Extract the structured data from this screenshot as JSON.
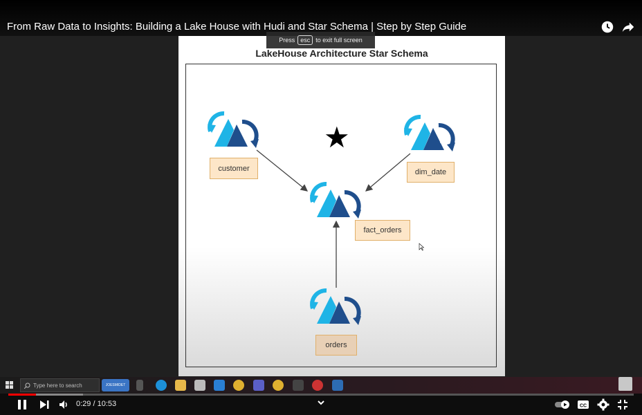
{
  "video": {
    "title": "From Raw Data to Insights: Building a Lake House with Hudi and Star Schema | Step by Step Guide"
  },
  "fullscreen_hint": {
    "prefix": "Press",
    "key": "esc",
    "suffix": "to exit full screen"
  },
  "slide": {
    "title": "LakeHouse Architecture Star Schema",
    "nodes": {
      "customer": "customer",
      "dim_date": "dim_date",
      "fact_orders": "fact_orders",
      "orders": "orders"
    },
    "colors": {
      "light_blue": "#1fb4e6",
      "dark_blue": "#1f4e8c",
      "label_fill": "#fde6c8",
      "label_border": "#e0b06a"
    }
  },
  "taskbar": {
    "search_placeholder": "Type here to search",
    "badge": "JOESMIDET",
    "icons": [
      "windows-icon",
      "task-view-icon",
      "edge-icon",
      "file-explorer-icon",
      "store-icon",
      "mail-icon",
      "chrome-icon",
      "teams-icon",
      "chrome-icon",
      "terminal-icon",
      "recorder-icon",
      "photos-icon"
    ]
  },
  "player": {
    "current_time": "0:29",
    "separator": "/",
    "duration": "10:53",
    "progress_fraction": 0.044,
    "buffered_fraction": 0.12
  }
}
